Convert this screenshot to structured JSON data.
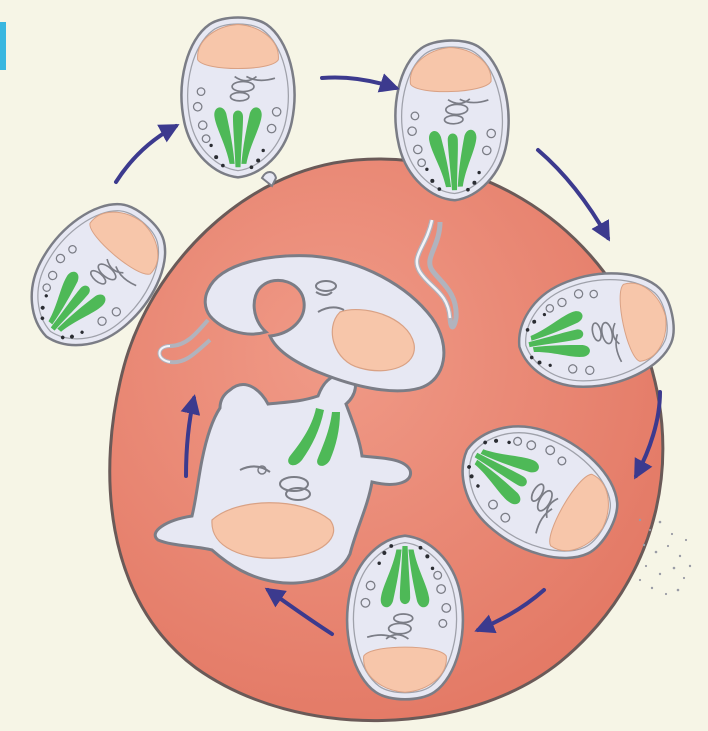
{
  "diagram": {
    "labels": [],
    "colors": {
      "background": "#f6f5e6",
      "host_cell": "#ed8774",
      "host_cell_outline": "#6a5a58",
      "parasite_body": "#e7e8f3",
      "parasite_outline": "#7b7d86",
      "nucleus": "#f7c6aa",
      "organelle": "#4eb957",
      "arrow": "#3c3a8e",
      "edge_tab": "#39b7e0"
    },
    "icons": [
      "cycle-arrow-icon"
    ],
    "stages": [
      "top-left-parasite",
      "top-parasite",
      "top-right-parasite",
      "right-parasite",
      "right-lower-parasite",
      "bottom-parasite",
      "left-stellate-parasite",
      "inner-crescent-parasite",
      "upper-left-parasite"
    ]
  }
}
